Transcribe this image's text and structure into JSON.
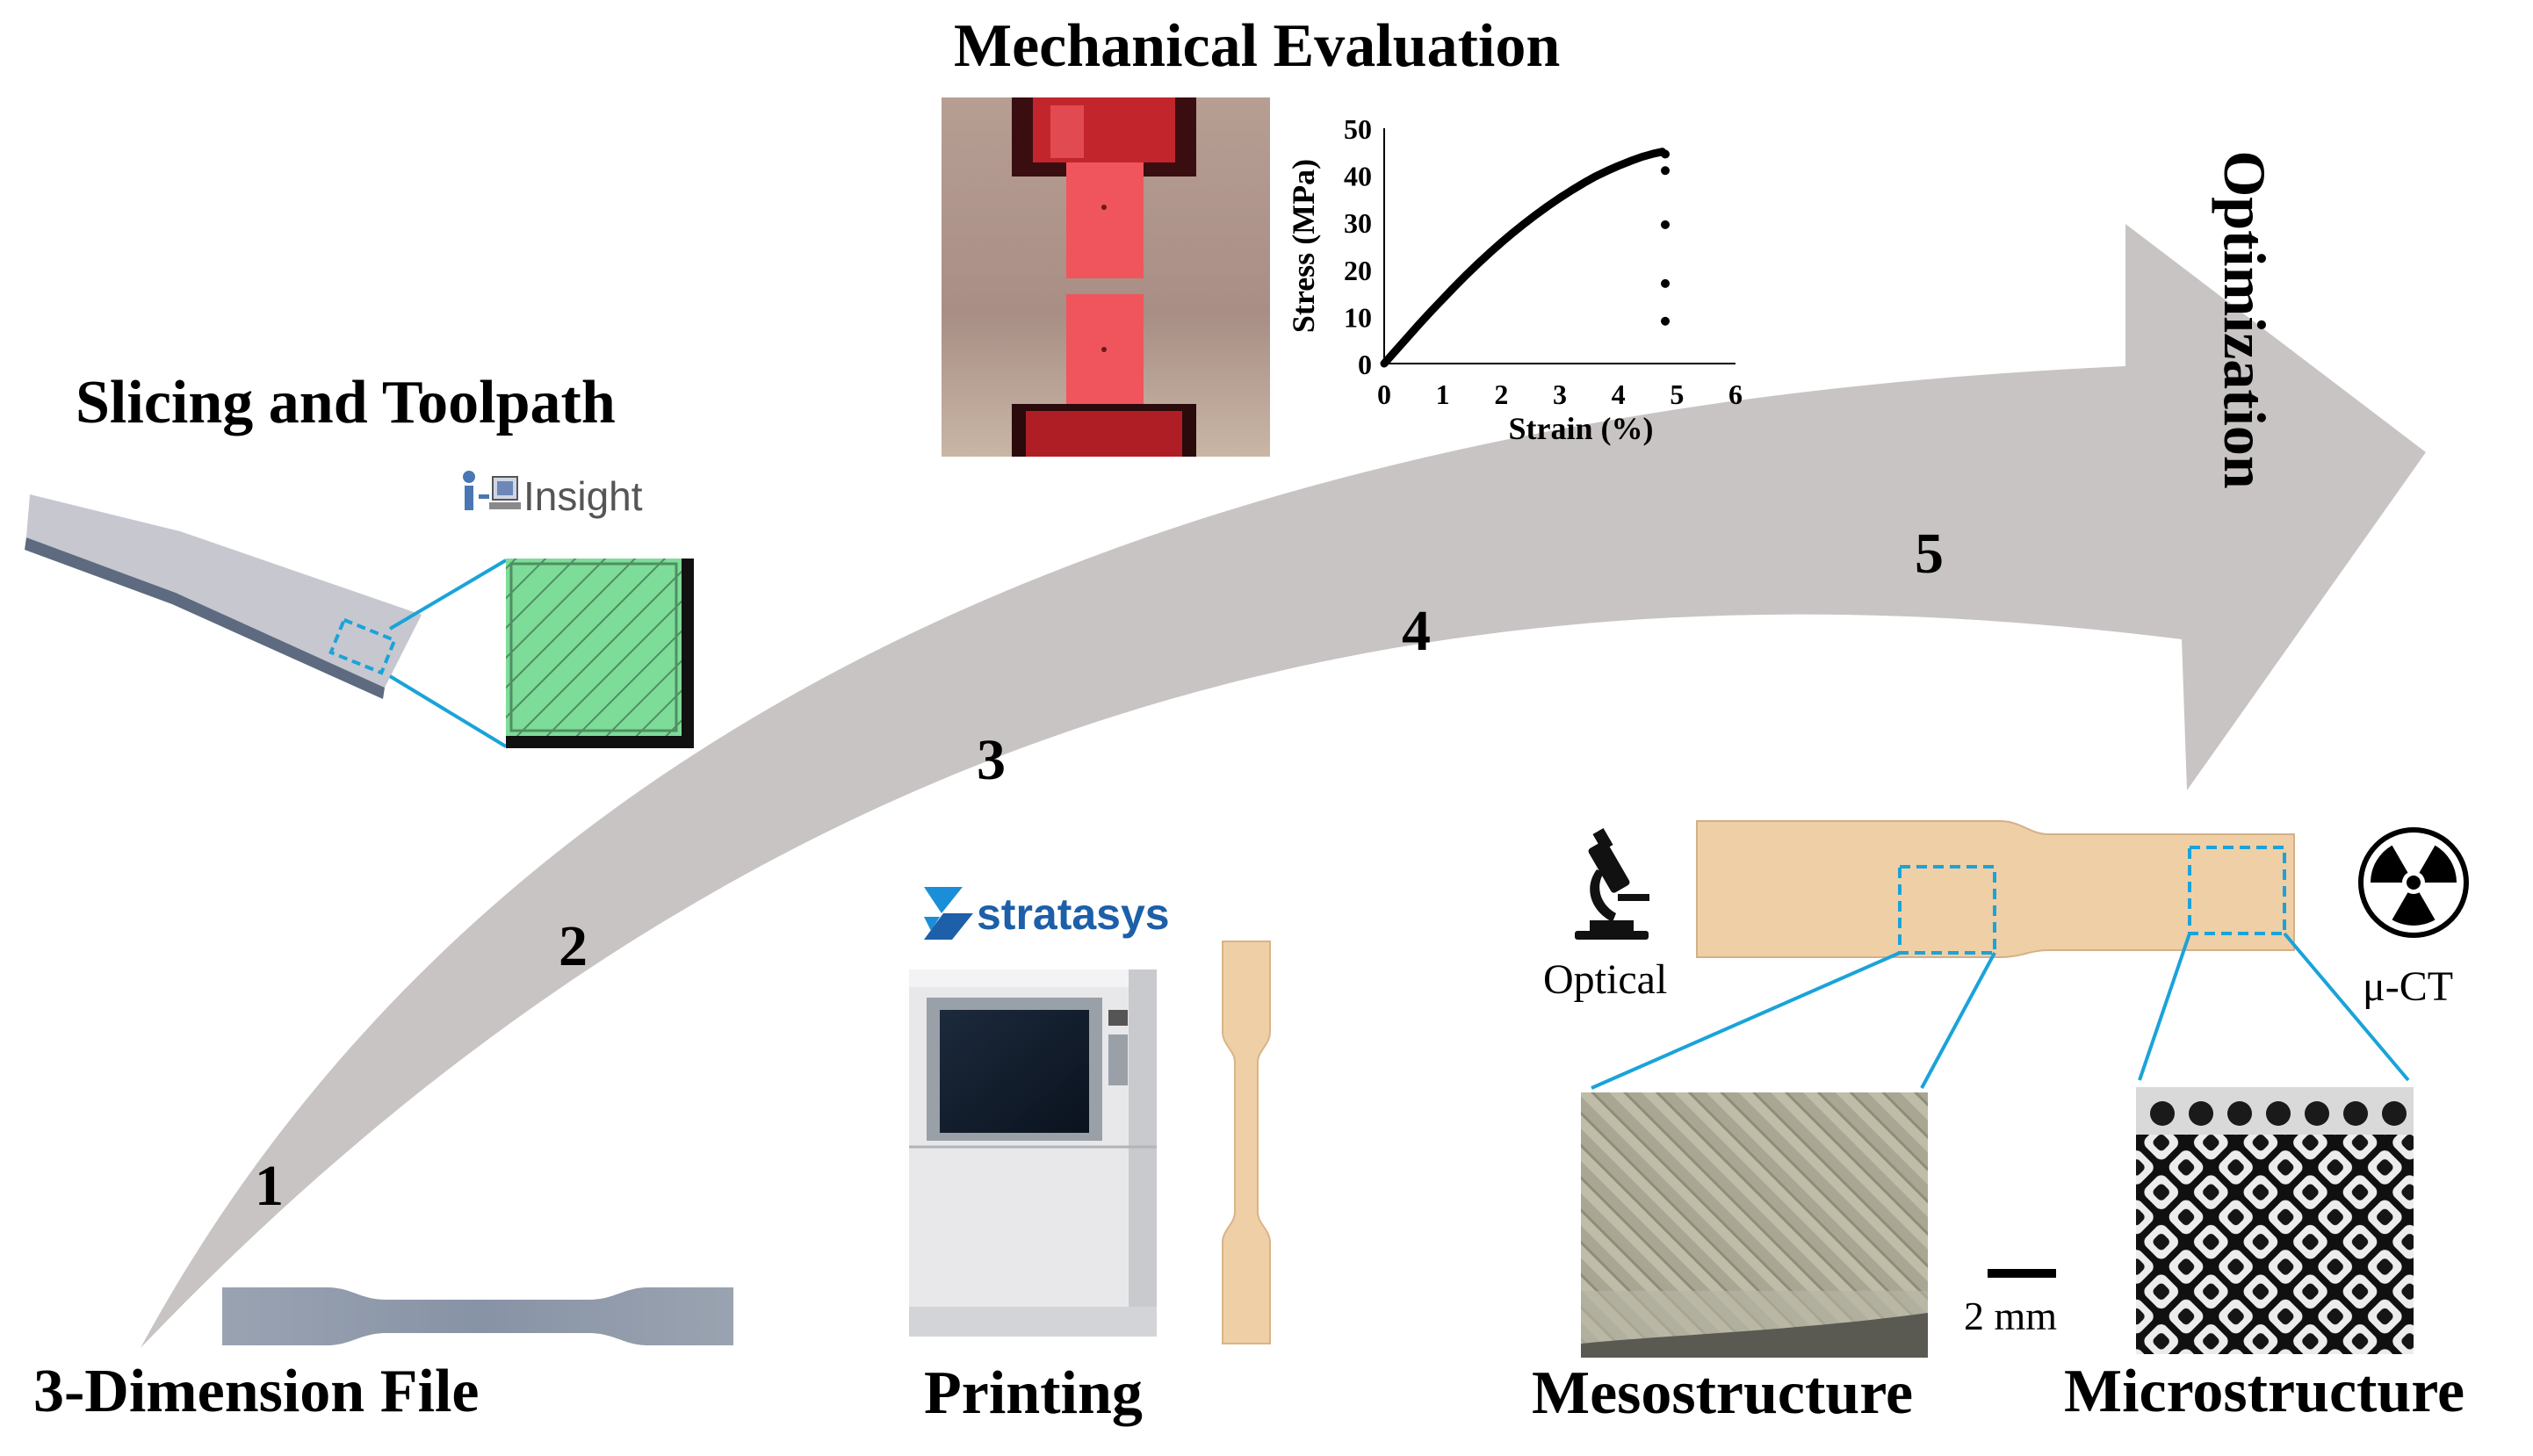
{
  "headings": {
    "mechanical": "Mechanical Evaluation",
    "slicing": "Slicing and Toolpath",
    "file": "3-Dimension File",
    "printing": "Printing",
    "meso": "Mesostructure",
    "micro": "Microstructure",
    "optimization": "Optimization"
  },
  "steps": [
    "1",
    "2",
    "3",
    "4",
    "5"
  ],
  "brands": {
    "insight": "Insight",
    "insight_prefix": "i-",
    "stratasys": "stratasys"
  },
  "labels": {
    "optical": "Optical",
    "ct": "μ-CT",
    "scale": "2 mm"
  },
  "chart_data": {
    "type": "scatter",
    "xlabel": "Strain (%)",
    "ylabel": "Stress (MPa)",
    "xlim": [
      0,
      6
    ],
    "ylim": [
      0,
      50
    ],
    "xticks": [
      "0",
      "1",
      "2",
      "3",
      "4",
      "5",
      "6"
    ],
    "yticks": [
      "0",
      "10",
      "20",
      "30",
      "40",
      "50"
    ],
    "curve": {
      "x": [
        0,
        0.2,
        0.4,
        0.6,
        0.8,
        1.0,
        1.2,
        1.4,
        1.6,
        1.8,
        2.0,
        2.2,
        2.4,
        2.6,
        2.8,
        3.0,
        3.2,
        3.4,
        3.6,
        3.8,
        4.0,
        4.2,
        4.4,
        4.6,
        4.75
      ],
      "y": [
        0,
        2.8,
        5.6,
        8.4,
        11.1,
        13.7,
        16.3,
        18.8,
        21.2,
        23.5,
        25.7,
        27.8,
        29.8,
        31.7,
        33.5,
        35.2,
        36.8,
        38.3,
        39.7,
        40.9,
        42.0,
        43.0,
        43.9,
        44.6,
        45.0
      ]
    },
    "drop": {
      "x": [
        4.8,
        4.8,
        4.8,
        4.8,
        4.8
      ],
      "y": [
        44.5,
        41,
        29.5,
        17,
        9
      ]
    }
  },
  "colors": {
    "arrow": "#c9c4c4",
    "accent": "#1aa3d9",
    "filament": "#efcfa6",
    "toolpath_green": "#7ddc98",
    "specimen_gray": "#8d97a8"
  }
}
